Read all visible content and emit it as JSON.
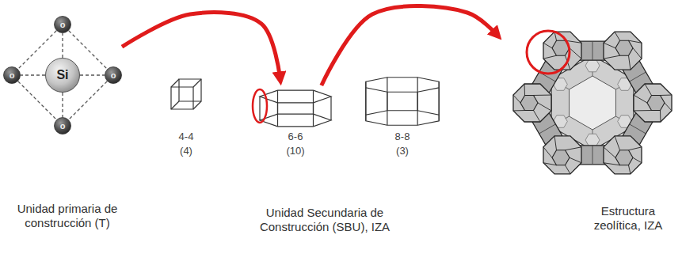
{
  "diagram": {
    "nodes": [
      {
        "text": [
          "Unidad primaria de construcción (T)"
        ]
      },
      {
        "text": [
          "Si"
        ],
        "in": 0
      },
      {
        "text": [
          "o"
        ],
        "in": 0
      },
      {
        "text": [
          "o"
        ],
        "in": 0
      },
      {
        "text": [
          "o"
        ],
        "in": 0
      },
      {
        "text": [
          "o"
        ],
        "in": 0
      },
      {
        "text": [
          "Unidad Secundaria de Construcción (SBU), IZA"
        ]
      },
      {
        "text": [
          "4-4",
          "(4)"
        ],
        "in": 6
      },
      {
        "text": [
          "6-6",
          "(10)"
        ],
        "in": 6
      },
      {
        "text": [
          "8-8",
          "(3)"
        ],
        "in": 6
      },
      {
        "text": [
          "Estructura zeolítica, IZA"
        ]
      }
    ],
    "edges": [
      {
        "from": 0,
        "to": 8,
        "arrow": "to"
      },
      {
        "from": 8,
        "to": 10,
        "arrow": "to"
      },
      {
        "from": 1,
        "to": 2,
        "arrow": "none"
      },
      {
        "from": 1,
        "to": 3,
        "arrow": "none"
      },
      {
        "from": 1,
        "to": 4,
        "arrow": "none"
      },
      {
        "from": 1,
        "to": 5,
        "arrow": "none"
      },
      {
        "from": 2,
        "to": 3,
        "arrow": "none"
      },
      {
        "from": 2,
        "to": 4,
        "arrow": "none"
      },
      {
        "from": 3,
        "to": 5,
        "arrow": "none"
      },
      {
        "from": 4,
        "to": 5,
        "arrow": "none"
      }
    ]
  }
}
